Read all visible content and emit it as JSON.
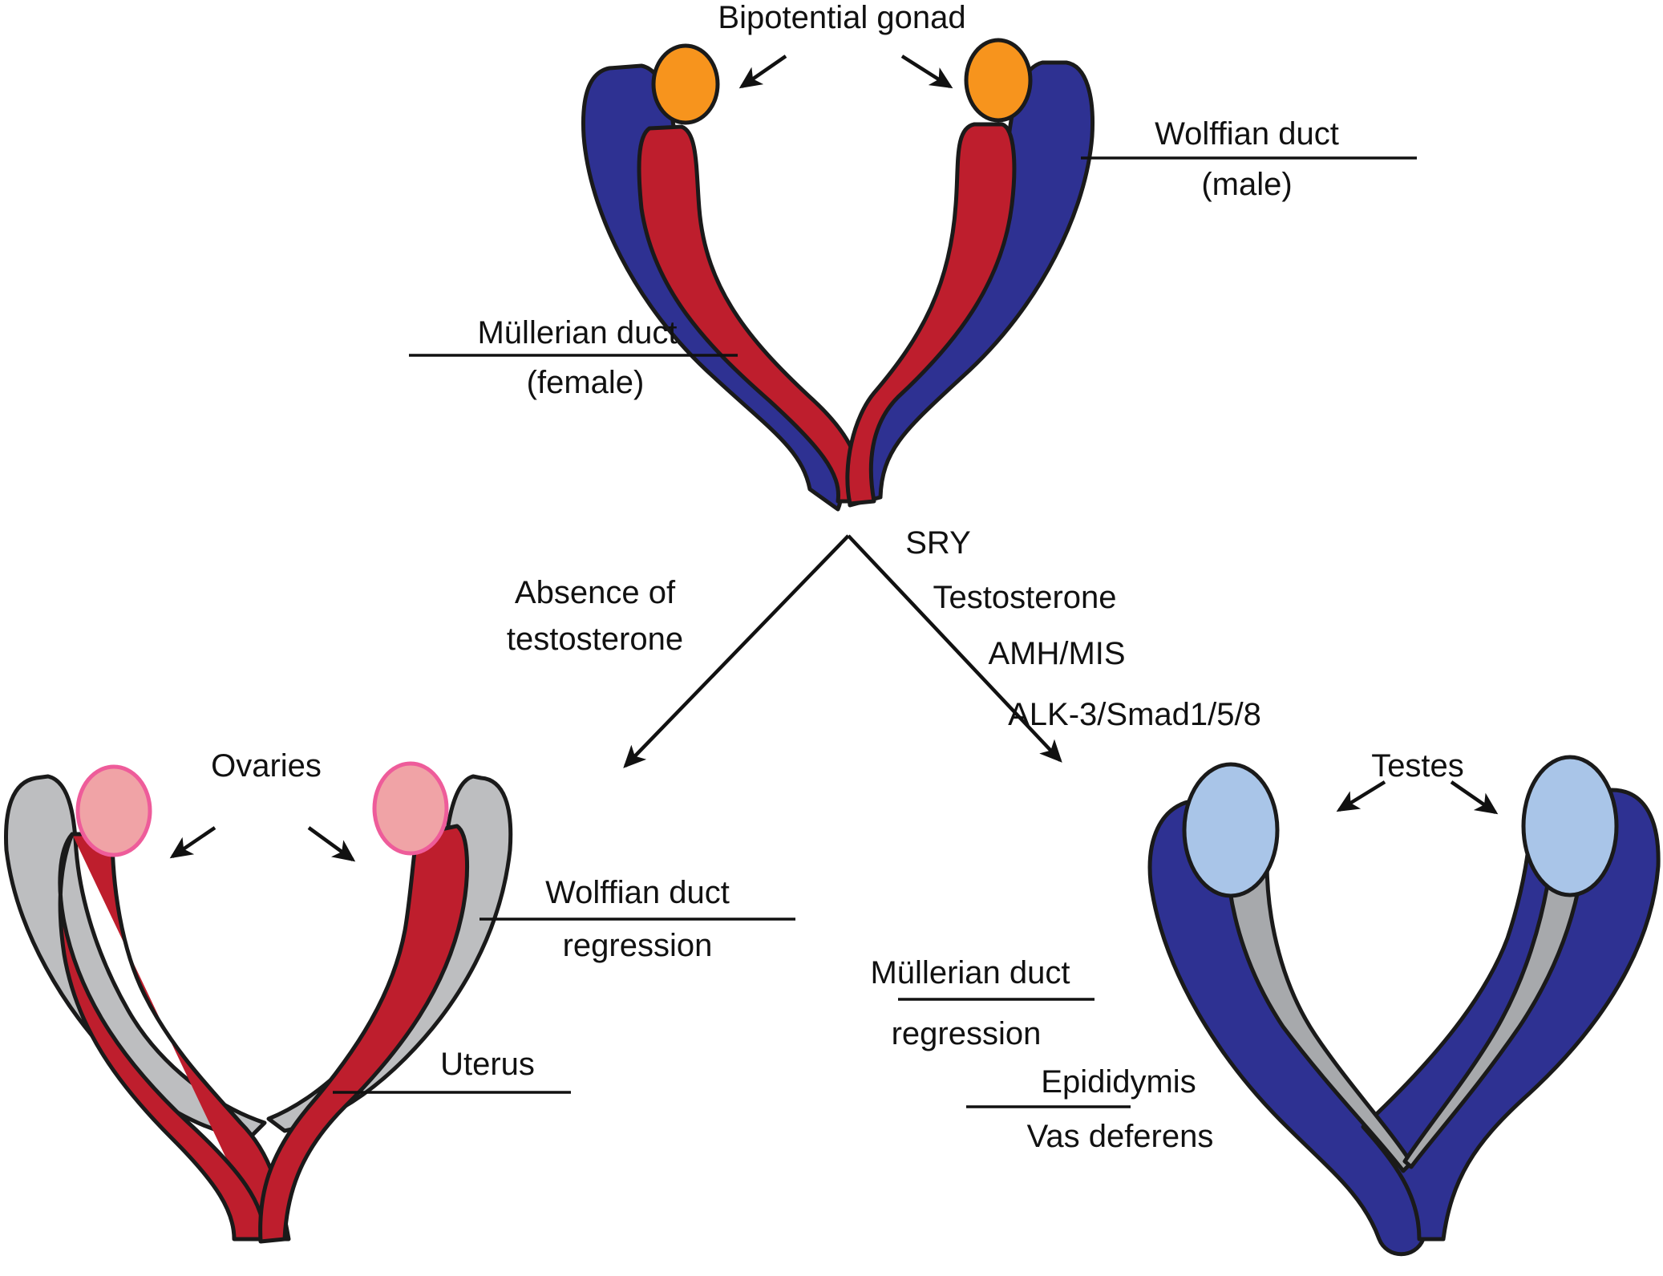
{
  "figure": {
    "title": "Sexual differentiation of the reproductive ducts",
    "colors": {
      "wolffian": "#2E3192",
      "mullerian": "#BE1E2D",
      "gonad_bipotential": "#F7941D",
      "ovary": "#F0A3A6",
      "ovary_outline": "#EE5C9A",
      "testis": "#A9C5E8",
      "regressed": "#BDBEC0",
      "regressed_male": "#A7A9AC"
    }
  },
  "top_diagram": {
    "gonad_label": "Bipotential gonad",
    "wolffian_label": "Wolffian duct",
    "wolffian_sub": "(male)",
    "mullerian_label": "Müllerian duct",
    "mullerian_sub": "(female)"
  },
  "branch": {
    "sry": "SRY",
    "female_path_line1": "Absence of",
    "female_path_line2": "testosterone",
    "male_factors": [
      "Testosterone",
      "AMH/MIS",
      "ALK-3/Smad1/5/8"
    ]
  },
  "female_diagram": {
    "gonad_label": "Ovaries",
    "wolffian_label": "Wolffian duct",
    "wolffian_sub": "regression",
    "uterus_label": "Uterus"
  },
  "male_diagram": {
    "gonad_label": "Testes",
    "mullerian_label": "Müllerian duct",
    "mullerian_sub": "regression",
    "epididymis_label": "Epididymis",
    "vas_label": "Vas deferens"
  }
}
